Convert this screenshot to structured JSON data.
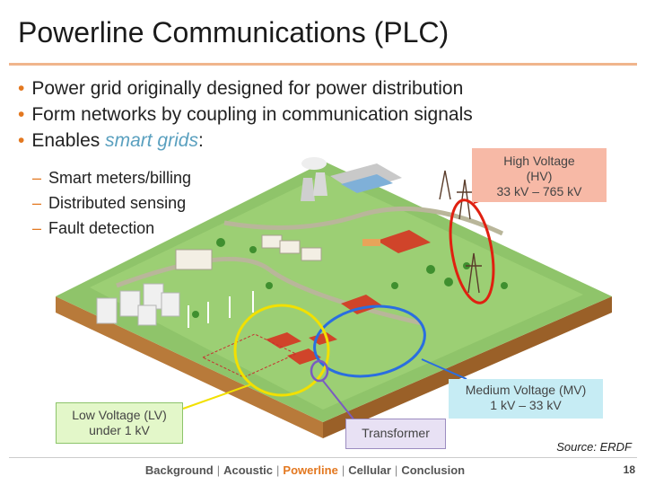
{
  "slide": {
    "title": "Powerline Communications (PLC)",
    "bullets": [
      {
        "text": "Power grid originally designed for power distribution"
      },
      {
        "text": "Form networks by coupling in communication signals"
      },
      {
        "text_prefix": "Enables ",
        "text_accent": "smart grids",
        "text_suffix": ":"
      }
    ],
    "sub_bullets": [
      "Smart meters/billing",
      "Distributed sensing",
      "Fault detection"
    ],
    "bullet_marker": "•",
    "sub_marker": "–"
  },
  "callouts": {
    "hv": {
      "line1": "High Voltage",
      "line2": "(HV)",
      "line3": "33 kV – 765 kV",
      "color": "#f7b9a6",
      "ring": "#e02010"
    },
    "mv": {
      "line1": "Medium Voltage (MV)",
      "line2": "1 kV – 33 kV",
      "color": "#c6ecf4",
      "ring": "#2a6ee0"
    },
    "lv": {
      "line1": "Low Voltage (LV)",
      "line2": "under 1 kV",
      "color": "#e3f7c9",
      "ring": "#f2e000"
    },
    "transformer": {
      "label": "Transformer",
      "color": "#e8e1f4",
      "ring": "#7a5cc0"
    }
  },
  "source": "Source: ERDF",
  "footer": {
    "nav": [
      "Background",
      "Acoustic",
      "Powerline",
      "Cellular",
      "Conclusion"
    ],
    "active": "Powerline",
    "separator": "|",
    "page": "18"
  },
  "colors": {
    "accent": "#e37820",
    "rule": "#f0b58c",
    "smart_grids": "#5aa0bf"
  }
}
